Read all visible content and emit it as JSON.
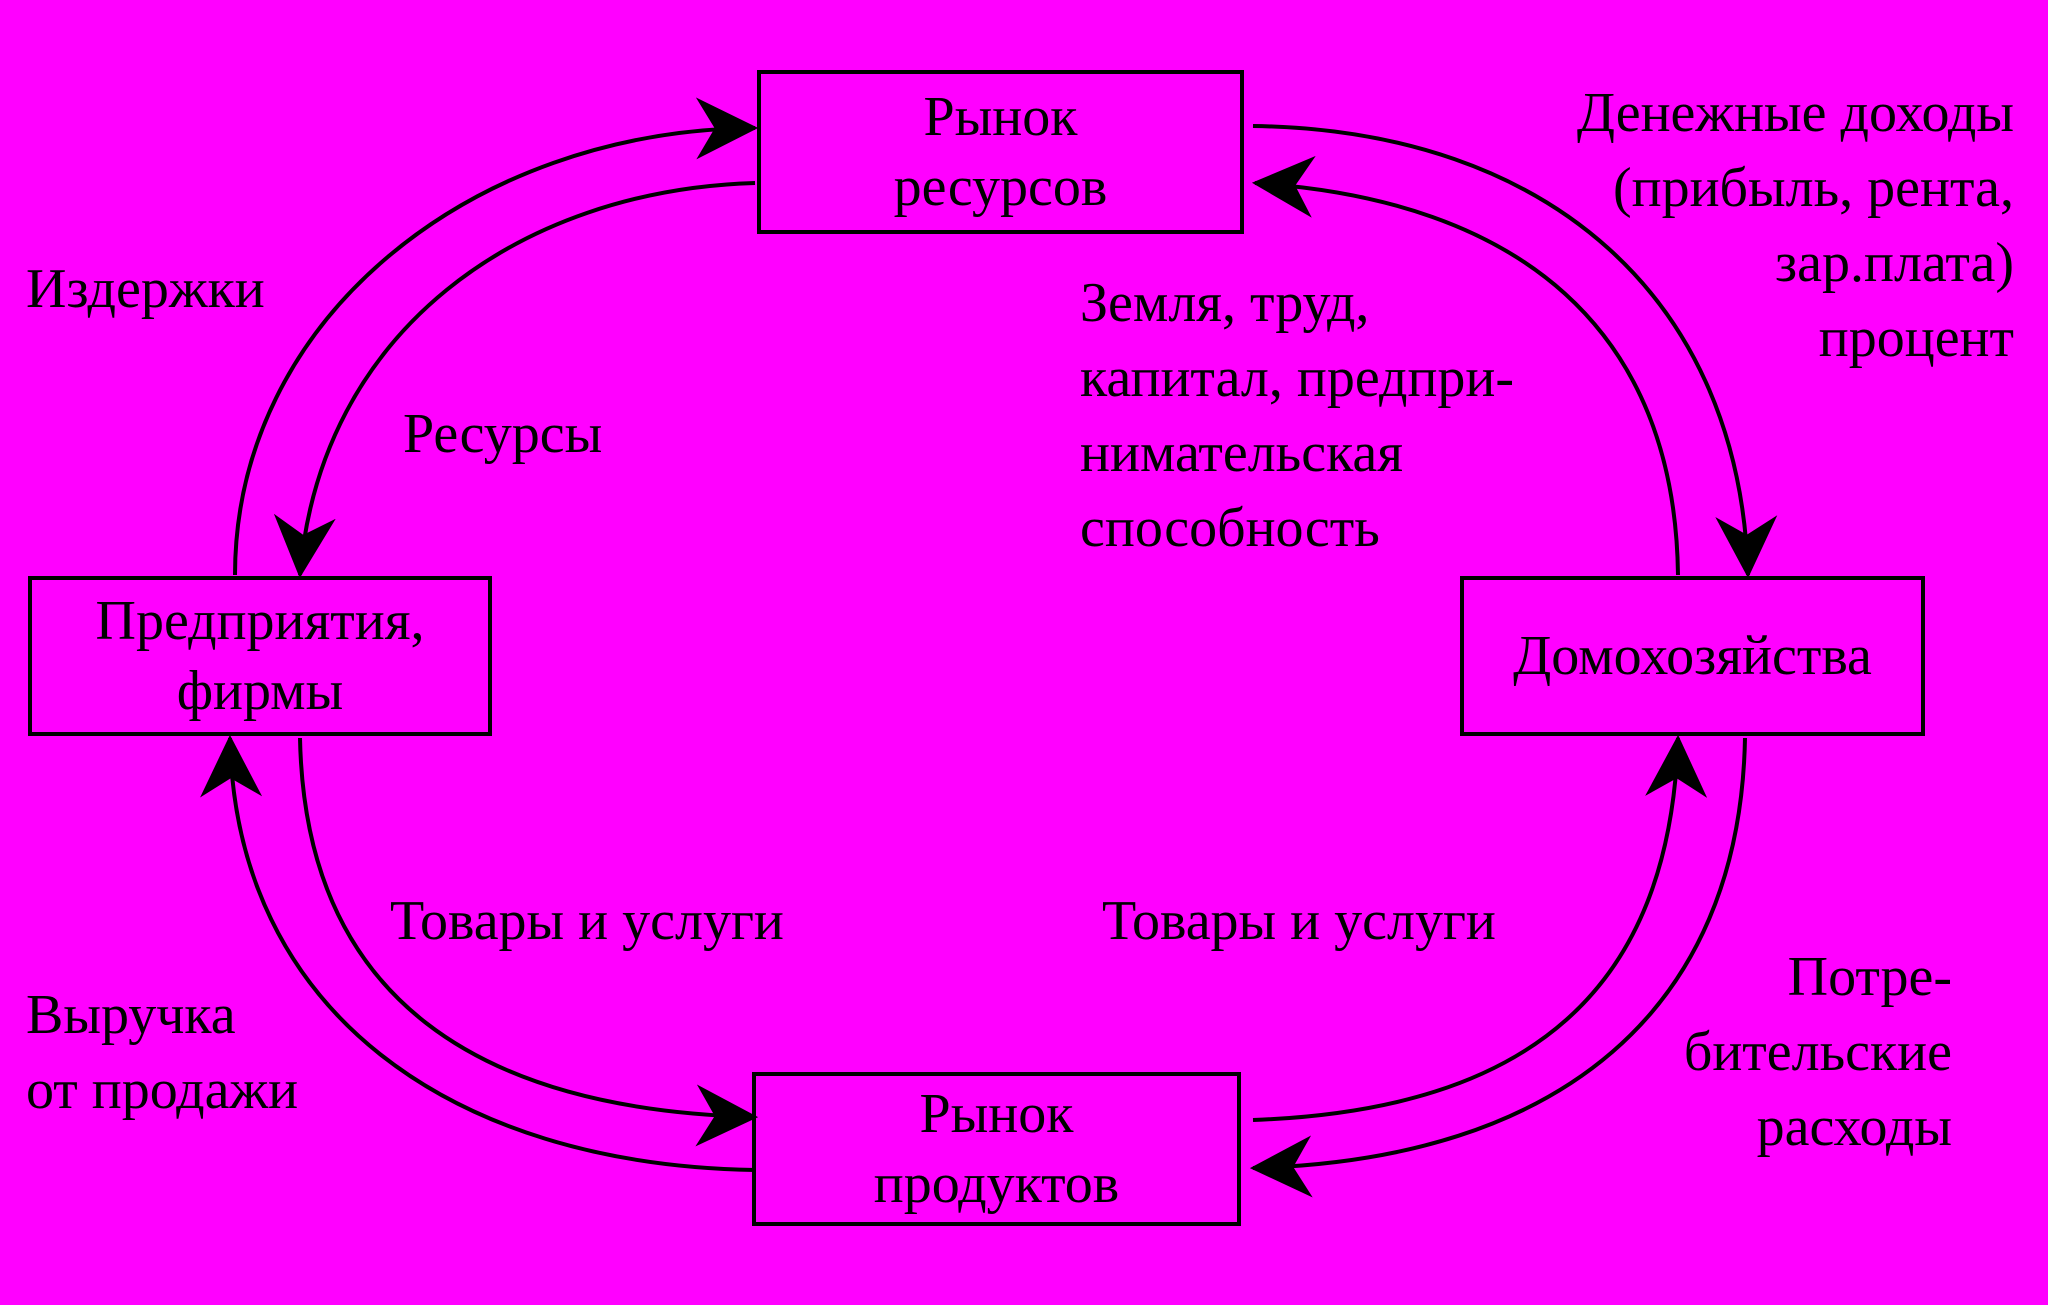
{
  "nodes": {
    "resource_market": [
      "Рынок",
      "ресурсов"
    ],
    "firms": [
      "Предприятия,",
      "фирмы"
    ],
    "households": [
      "Домохозяйства"
    ],
    "product_market": [
      "Рынок",
      "продуктов"
    ]
  },
  "labels": {
    "costs": [
      "Издержки"
    ],
    "resources": [
      "Ресурсы"
    ],
    "money_income": [
      "Денежные доходы",
      "(прибыль, рента,",
      "зар.плата)",
      "процент"
    ],
    "factors": [
      "Земля, труд,",
      "капитал, предпри-",
      "нимательская",
      "способность"
    ],
    "goods_left": [
      "Товары и услуги"
    ],
    "goods_right": [
      "Товары и услуги"
    ],
    "revenue": [
      "Выручка",
      "от продажи"
    ],
    "consumer_spending": [
      "Потре-",
      "бительские",
      "расходы"
    ]
  },
  "colors": {
    "background": "#FF00FF",
    "stroke": "#000000"
  }
}
